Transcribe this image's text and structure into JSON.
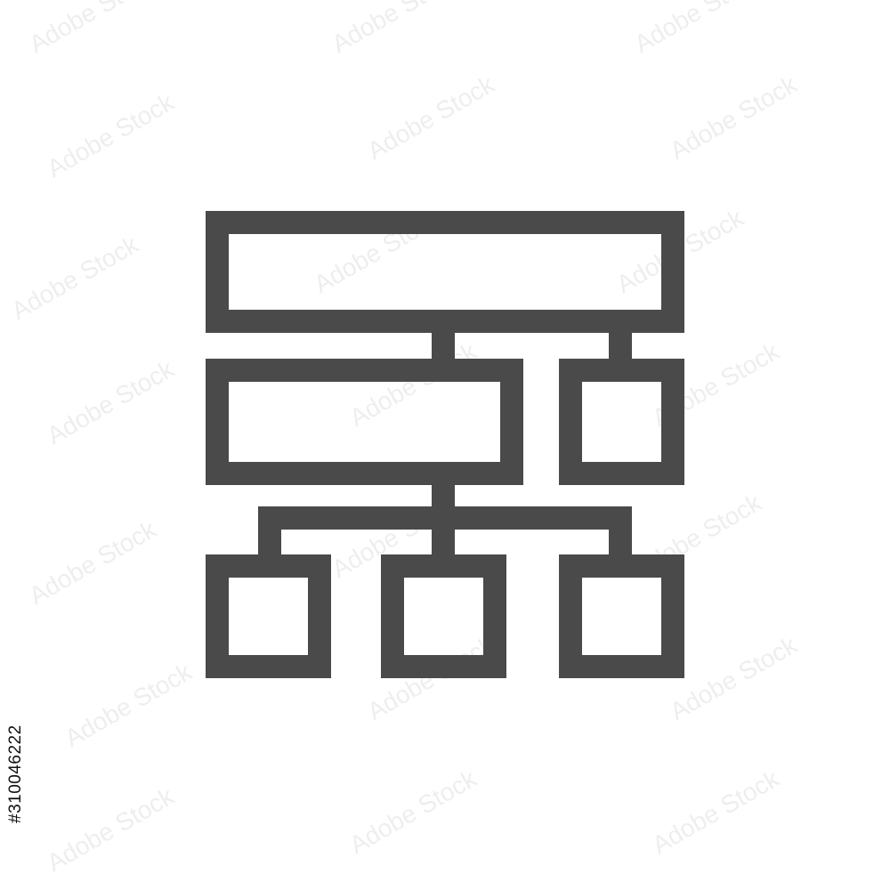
{
  "colors": {
    "background": "#ffffff",
    "icon_stroke": "#4a4a4a",
    "watermark": "#e9e9e9",
    "stock_id_text": "#111111"
  },
  "icon": {
    "name": "hierarchy-sitemap-icon"
  },
  "watermark": {
    "brand": "Adobe Stock",
    "text": "Adobe Stock"
  },
  "stock_id": {
    "text": "#310046222"
  }
}
